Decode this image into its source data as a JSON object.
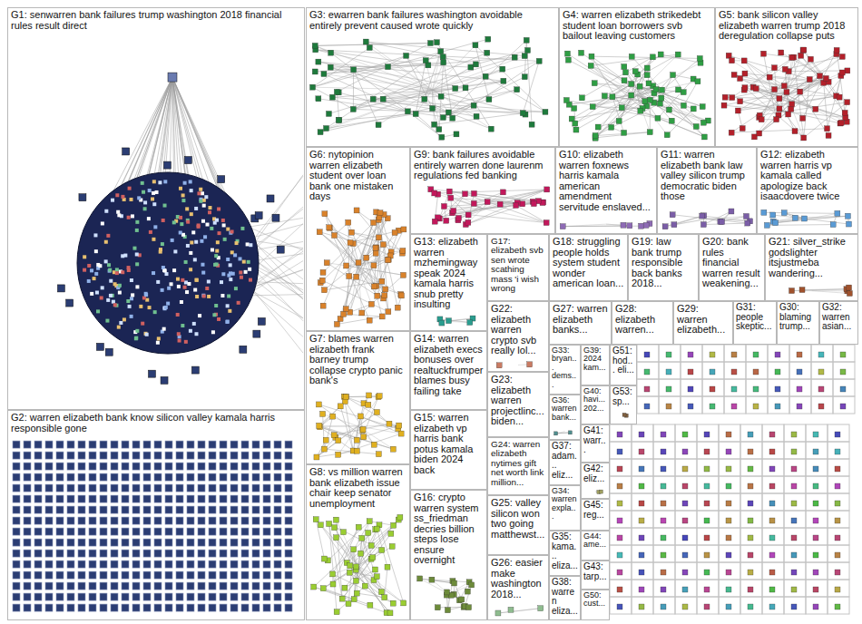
{
  "diagram": {
    "nodes": [
      {
        "text": [
          "G1: senwarren bank failures trump washington 2018 financial rules result direct"
        ]
      },
      {
        "text": [
          "G2: warren elizabeth bank know silicon valley kamala harris responsible gone"
        ]
      },
      {
        "text": [
          "G3: ewarren bank failures washington avoidable entirely prevent caused wrote quickly"
        ]
      },
      {
        "text": [
          "G4: warren elizabeth strikedebt student loan borrowers svb bailout leaving customers"
        ]
      },
      {
        "text": [
          "G5: bank silicon valley elizabeth warren trump 2018 deregulation collapse puts"
        ]
      },
      {
        "text": [
          "G6: nytopinion warren elizabeth student over loan bank one mistaken days"
        ]
      },
      {
        "text": [
          "G9: bank failures avoidable entirely warren done laurenm regulations fed banking"
        ]
      },
      {
        "text": [
          "G10: elizabeth warren foxnews harris kamala american amendment servitude enslaved..."
        ]
      },
      {
        "text": [
          "G11: warren elizabeth bank law valley silicon trump democratic biden those"
        ]
      },
      {
        "text": [
          "G12: elizabeth warren harris vp kamala called apologize back isaacdovere twice"
        ]
      },
      {
        "text": [
          "G13: elizabeth warren mzhemingway speak 2024 kamala harris snub pretty insulting"
        ]
      },
      {
        "text": [
          "G17: elizabeth svb sen wrote scathing mass 'i wish wrong"
        ]
      },
      {
        "text": [
          "G18: struggling people holds system student wonder american loan..."
        ]
      },
      {
        "text": [
          "G19: law bank trump responsible back banks 2018..."
        ]
      },
      {
        "text": [
          "G20: bank rules financial warren result weakening..."
        ]
      },
      {
        "text": [
          "G21: silver_strike godslighter itsjustmeba wandering..."
        ]
      },
      {
        "text": [
          "G7: blames warren elizabeth frank barney trump collapse crypto panic bank's"
        ]
      },
      {
        "text": [
          "G14: warren elizabeth execs bonuses over realtuckfrumper blames busy failing take"
        ]
      },
      {
        "text": [
          "G15: warren elizabeth vp harris bank potus kamala biden 2024 back"
        ]
      },
      {
        "text": [
          "G16: crypto warren system ss_friedman decries billion steps lose ensure overnight"
        ]
      },
      {
        "text": [
          "G8: vs million warren bank elizabeth issue chair keep senator unemployment"
        ]
      },
      {
        "text": [
          "G22: elizabeth warren crypto svb really lol..."
        ]
      },
      {
        "text": [
          "G23: elizabeth warren projectlinc... biden..."
        ]
      },
      {
        "text": [
          "G24: warren elizabeth nytimes gift net worth link million..."
        ]
      },
      {
        "text": [
          "G25: valley silicon won two going matthewst..."
        ]
      },
      {
        "text": [
          "G26: easier make washington 2018..."
        ]
      },
      {
        "text": [
          "G27: warren elizabeth banks..."
        ]
      },
      {
        "text": [
          "G28: elizabeth warren..."
        ]
      },
      {
        "text": [
          "G29: warren elizabeth..."
        ]
      },
      {
        "text": [
          "G31: people skeptic..."
        ]
      },
      {
        "text": [
          "G30: blaming trump..."
        ]
      },
      {
        "text": [
          "G32: warren asian..."
        ]
      },
      {
        "text": [
          "G33: bryan... dems..."
        ]
      },
      {
        "text": [
          "G36: warren bank..."
        ]
      },
      {
        "text": [
          "G37: adam... eliz..."
        ]
      },
      {
        "text": [
          "G34: warren expla..."
        ]
      },
      {
        "text": [
          "G35: kama... eliza..."
        ]
      },
      {
        "text": [
          "G38: warren eliza..."
        ]
      },
      {
        "text": [
          "G39: 2024 kam..."
        ]
      },
      {
        "text": [
          "G40: havi... 202..."
        ]
      },
      {
        "text": [
          "G41: warr..."
        ]
      },
      {
        "text": [
          "G42: eliz..."
        ]
      },
      {
        "text": [
          "G45: reg..."
        ]
      },
      {
        "text": [
          "G44: ame..."
        ]
      },
      {
        "text": [
          "G43: tarp..."
        ]
      },
      {
        "text": [
          "G50: cust..."
        ]
      },
      {
        "text": [
          "G51: hod... eli..."
        ]
      },
      {
        "text": [
          "G53: sp..."
        ]
      }
    ]
  }
}
